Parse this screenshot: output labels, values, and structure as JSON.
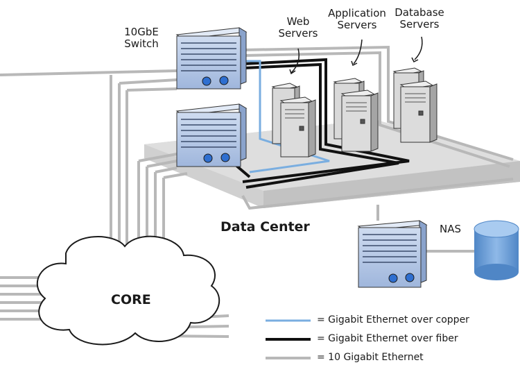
{
  "labels": {
    "switch": [
      "10GbE",
      "Switch"
    ],
    "web_servers": [
      "Web",
      "Servers"
    ],
    "app_servers": [
      "Application",
      "Servers"
    ],
    "db_servers": [
      "Database",
      "Servers"
    ],
    "data_center": "Data Center",
    "nas": "NAS",
    "core": "CORE"
  },
  "legend": [
    {
      "text": "= Gigabit Ethernet over copper",
      "color": "#7aaee0"
    },
    {
      "text": "= Gigabit Ethernet over fiber",
      "color": "#111111"
    },
    {
      "text": "= 10 Gigabit Ethernet",
      "color": "#b8b8b8"
    }
  ],
  "colors": {
    "platform": "#d4d4d4",
    "copper": "#7aaee0",
    "fiber": "#111111",
    "ten_gbe": "#b8b8b8",
    "switch_body": "#b7cbe8",
    "server_body": "#d9d9d9",
    "storage": "#6f9fd6"
  }
}
